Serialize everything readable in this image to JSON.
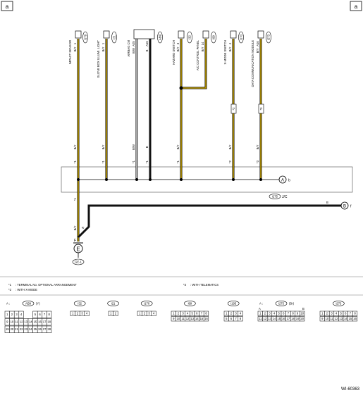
{
  "page_marker": "a",
  "components": [
    {
      "name": "IMPACT SENSOR",
      "connector": "i179",
      "terminal": "1",
      "wire": "B/Y"
    },
    {
      "name": "GLOVE BOX ILLUMI. LIGHT",
      "connector": "i21",
      "terminal": "1",
      "wire": "B/Y"
    },
    {
      "name": "AIRBAG CM",
      "connector": "AB9",
      "terminal_a": "A25",
      "terminal_b": "A15",
      "wire_a": "B/W",
      "wire_b": "B"
    },
    {
      "name": "HAZARD SWITCH",
      "connector": "i32",
      "terminal": "3",
      "wire": "B/Y"
    },
    {
      "name": "A/C CONTROL PANEL",
      "connector": "i99",
      "terminal": "14",
      "wire": "B/Y"
    },
    {
      "name": "X-MODE SWITCH",
      "connector": "i170",
      "terminal": "4",
      "wire": "B/Y"
    },
    {
      "name": "DATA COMMUNICATION MODULE",
      "connector": "i273",
      "terminal": "A16",
      "wire": "B/Y"
    }
  ],
  "lower_wire_labels": [
    "B/Y",
    "B/Y",
    "B/W",
    "B",
    "B/Y",
    "B/Y",
    "B/Y"
  ],
  "note_marks": {
    "impact": "*1",
    "glove": "*1",
    "airbag_a": "*1",
    "airbag_b": "*1",
    "hazard": "*1",
    "xmode": "*2",
    "dcm": "*3",
    "xmode_footnote": "*2",
    "dcm_footnote": "*3"
  },
  "joint_connector": {
    "id": "i275",
    "suffix": "J/C",
    "terminal_a": "A",
    "terminal_b": "b"
  },
  "ground": {
    "note": "*1",
    "trunk_wire": "B/Y",
    "branch_wire": "B",
    "branch_pin": "F",
    "ground_letter": "E",
    "ground_point": "GE-1",
    "ext_wire": "B",
    "ext_terminal": "B",
    "ext_terminal_label": "f"
  },
  "legend": {
    "note1_mark": "*1",
    "note1_text": ": TERMINAL No. OPTIONAL ARRANGEMENT",
    "note2_mark": "*2",
    "note2_text": ": WITH X-MODE",
    "note3_mark": "*3",
    "note3_text": ": WITH TELEMATICS"
  },
  "connector_tables": [
    {
      "prefix": "A :",
      "id": "AB9",
      "suffix": "(Y)",
      "rows": [
        [
          "1",
          "2",
          "3",
          "4",
          "",
          "",
          "5",
          "6",
          "7",
          "8"
        ],
        [
          "9",
          "10",
          "11",
          "12",
          "13",
          "14",
          "15",
          "16",
          "17",
          "18"
        ],
        [
          "19",
          "20",
          "21",
          "22",
          "23",
          "24",
          "25",
          "26",
          "27",
          "28"
        ]
      ]
    },
    {
      "prefix": "",
      "id": "i32",
      "suffix": "",
      "rows": [
        [
          "1",
          "2",
          "3",
          "4"
        ]
      ]
    },
    {
      "prefix": "",
      "id": "i21",
      "suffix": "",
      "rows": [
        [
          "1",
          "2"
        ]
      ]
    },
    {
      "prefix": "",
      "id": "i170",
      "suffix": "",
      "rows": [
        [
          "1",
          "2",
          "3",
          "4"
        ]
      ]
    },
    {
      "prefix": "",
      "id": "i99",
      "suffix": "",
      "rows": [
        [
          "1",
          "2",
          "3",
          "4",
          "5",
          "6",
          "7",
          "8"
        ],
        [
          "9",
          "10",
          "11",
          "12",
          "13",
          "14",
          "15",
          "16"
        ]
      ]
    },
    {
      "prefix": "",
      "id": "i195",
      "suffix": "",
      "rows": [
        [
          "1",
          "2",
          "3",
          "4"
        ],
        [
          "5",
          "6",
          "7",
          "8"
        ]
      ]
    },
    {
      "prefix": "A :",
      "id": "i275",
      "suffix": "(Br)",
      "col_mark_left": "A",
      "col_mark_right": "B",
      "rows": [
        [
          "1",
          "2",
          "3",
          "4",
          "5",
          "6",
          "7",
          "8",
          "9",
          "10"
        ],
        [
          "11",
          "12",
          "13",
          "14",
          "15",
          "16",
          "17",
          "18",
          "19",
          "20"
        ]
      ]
    },
    {
      "prefix": "",
      "id": "i273",
      "suffix": "",
      "rows": [
        [
          "1",
          "2",
          "3",
          "4",
          "5",
          "6",
          "7",
          "8"
        ],
        [
          "9",
          "10",
          "11",
          "12",
          "13",
          "14",
          "15",
          "16"
        ]
      ]
    }
  ],
  "figure_code": "WI-60363",
  "colors": {
    "wire_by": "#c9a400",
    "wire_b": "#111111",
    "wire_bw": "#9a9a9a",
    "line": "#000000"
  }
}
